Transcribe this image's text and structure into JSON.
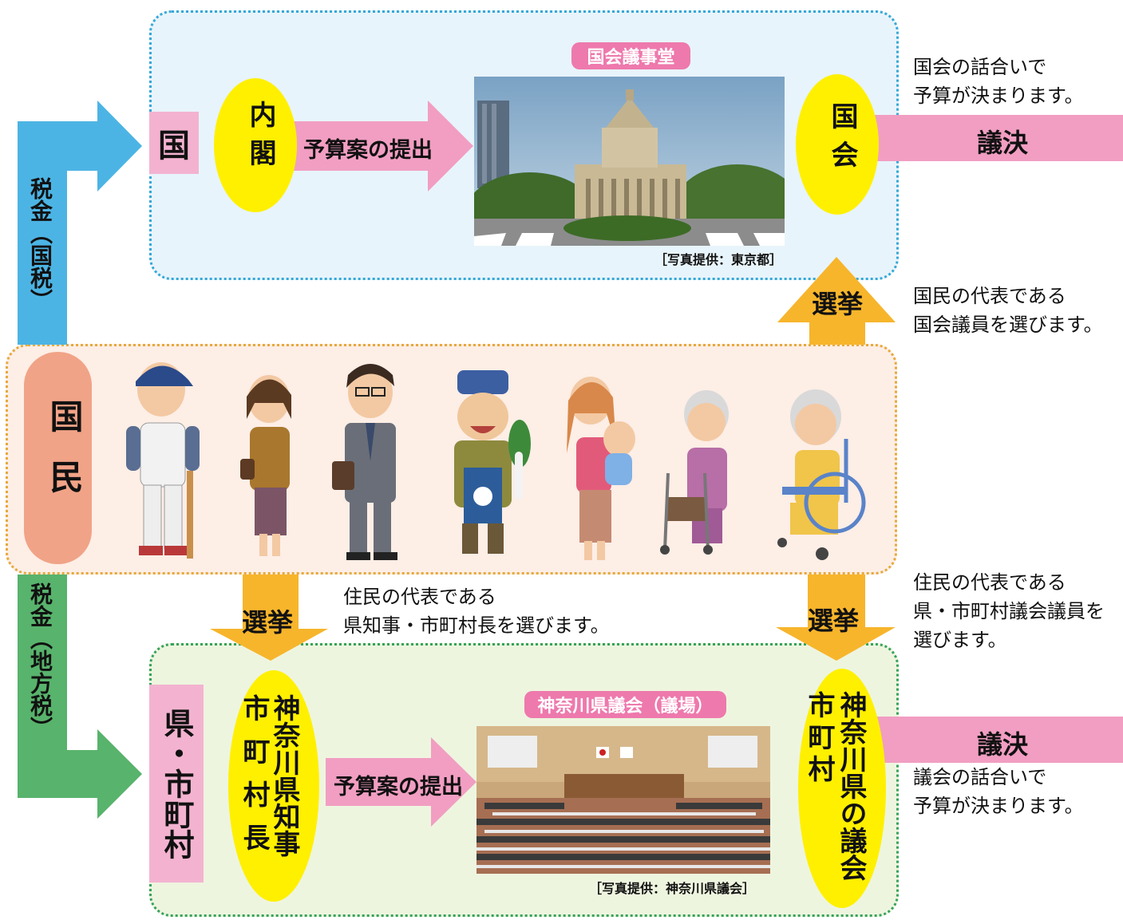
{
  "national": {
    "country_label": "国",
    "cabinet_label": "内閣",
    "budget_submission_label": "予算案の提出",
    "building_caption": "国会議事堂",
    "photo_credit": "［写真提供：東京都］",
    "diet_label": "国会",
    "resolution_label": "議決",
    "note": [
      "国会の話合いで",
      "予算が決まります。"
    ],
    "election_label": "選挙",
    "election_note": [
      "国民の代表である",
      "国会議員を選びます。"
    ]
  },
  "taxes": {
    "national_tax_label": "税金（国税）",
    "local_tax_label": "税金（地方税）"
  },
  "citizens": {
    "label": "国民",
    "people_icons": [
      "baseball-player-icon",
      "office-woman-icon",
      "businessman-icon",
      "farmer-icon",
      "mother-with-baby-icon",
      "elderly-woman-walker-icon",
      "elderly-woman-wheelchair-icon"
    ]
  },
  "local": {
    "election_left_label": "選挙",
    "election_left_note": [
      "住民の代表である",
      "県知事・市町村長を選びます。"
    ],
    "election_right_label": "選挙",
    "election_right_note": [
      "住民の代表である",
      "県・市町村議会議員を",
      "選びます。"
    ],
    "prefecture_label": "県・市町村",
    "governor_label_col1": "神奈川県知事",
    "governor_label_col2": "市町村長",
    "budget_submission_label": "予算案の提出",
    "assembly_caption": "神奈川県議会（議場）",
    "photo_credit": "［写真提供：神奈川県議会］",
    "assembly_label_col1": "神奈川県の議会",
    "assembly_label_col2": "市町村",
    "resolution_label": "議決",
    "note": [
      "議会の話合いで",
      "予算が決まります。"
    ]
  },
  "colors": {
    "blue_arrow": "#4cb4e4",
    "green_arrow": "#58b36c",
    "pink_arrow": "#f19ec2",
    "orange_arrow": "#f7b52c",
    "yellow_oval": "#fff000",
    "citizen_pill": "#f1a387"
  }
}
